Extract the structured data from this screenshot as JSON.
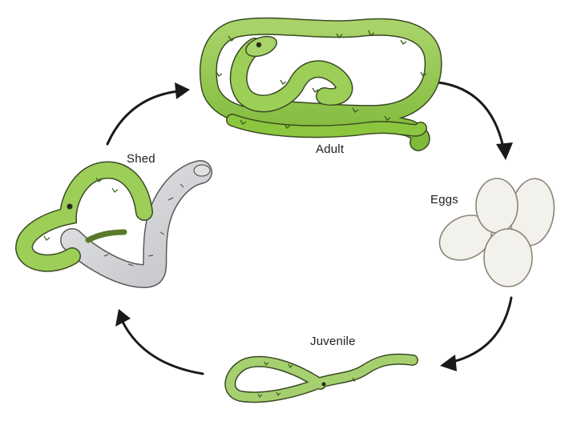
{
  "diagram": {
    "type": "life-cycle",
    "subject": "snake",
    "stages": [
      {
        "id": "adult",
        "label": "Adult"
      },
      {
        "id": "eggs",
        "label": "Eggs"
      },
      {
        "id": "juvenile",
        "label": "Juvenile"
      },
      {
        "id": "shed",
        "label": "Shed"
      }
    ],
    "flow": [
      {
        "from": "shed",
        "to": "adult"
      },
      {
        "from": "adult",
        "to": "eggs"
      },
      {
        "from": "eggs",
        "to": "juvenile"
      },
      {
        "from": "juvenile",
        "to": "shed"
      }
    ],
    "colors": {
      "snake_green": "#8cc63f",
      "snake_light": "#c4e39a",
      "snake_outline": "#3a4a22",
      "shed_skin": "#d4d6d8",
      "egg_fill": "#f3f1ec",
      "egg_outline": "#8a8478",
      "arrow": "#1a1a1a"
    }
  }
}
